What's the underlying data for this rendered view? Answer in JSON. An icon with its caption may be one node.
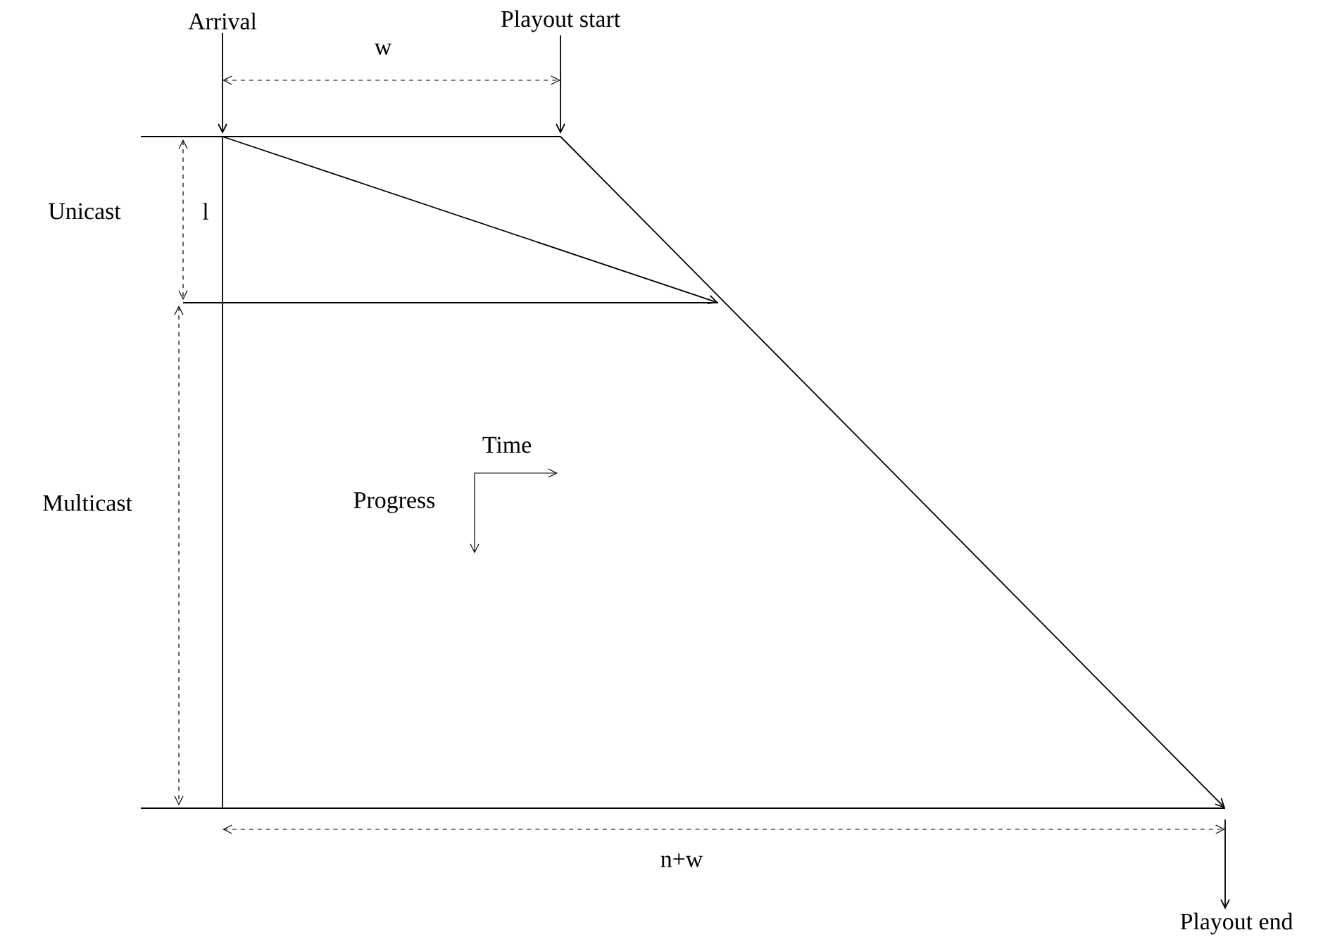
{
  "diagram": {
    "nodes": [
      {
        "text": [
          "Arrival"
        ]
      },
      {
        "text": [
          "Playout start"
        ]
      },
      {
        "text": [
          "Playout end"
        ]
      }
    ],
    "edges": [
      {
        "from": 0,
        "to": null,
        "arrow": "to"
      },
      {
        "from": 1,
        "to": null,
        "arrow": "to"
      },
      {
        "from": null,
        "to": 2,
        "arrow": "to"
      }
    ],
    "labels": [
      "w",
      "Unicast",
      "l",
      "Multicast",
      "Time",
      "Progress",
      "n+w"
    ]
  }
}
